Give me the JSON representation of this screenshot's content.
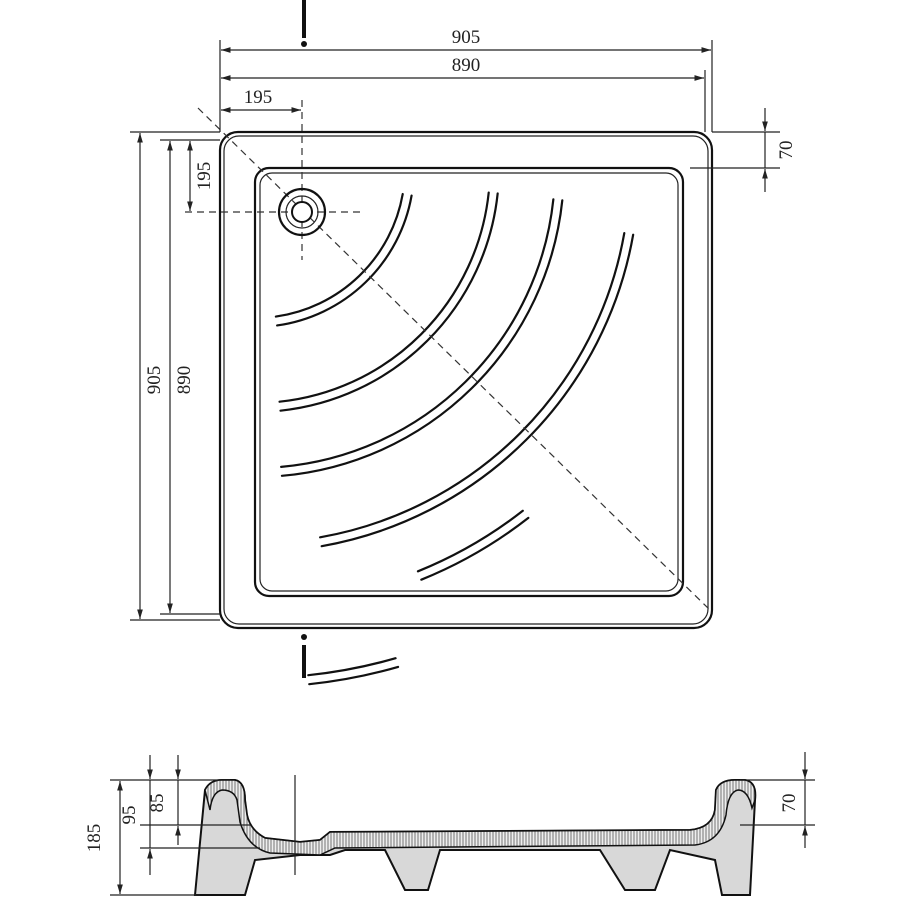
{
  "plan_view": {
    "overall_width": "905",
    "inner_width": "890",
    "drain_offset_x": "195",
    "drain_offset_y": "195",
    "overall_depth": "905",
    "inner_depth": "890",
    "rim_width": "70"
  },
  "section_view": {
    "total_height": "185",
    "height_95": "95",
    "height_85": "85",
    "rim_height": "70"
  }
}
